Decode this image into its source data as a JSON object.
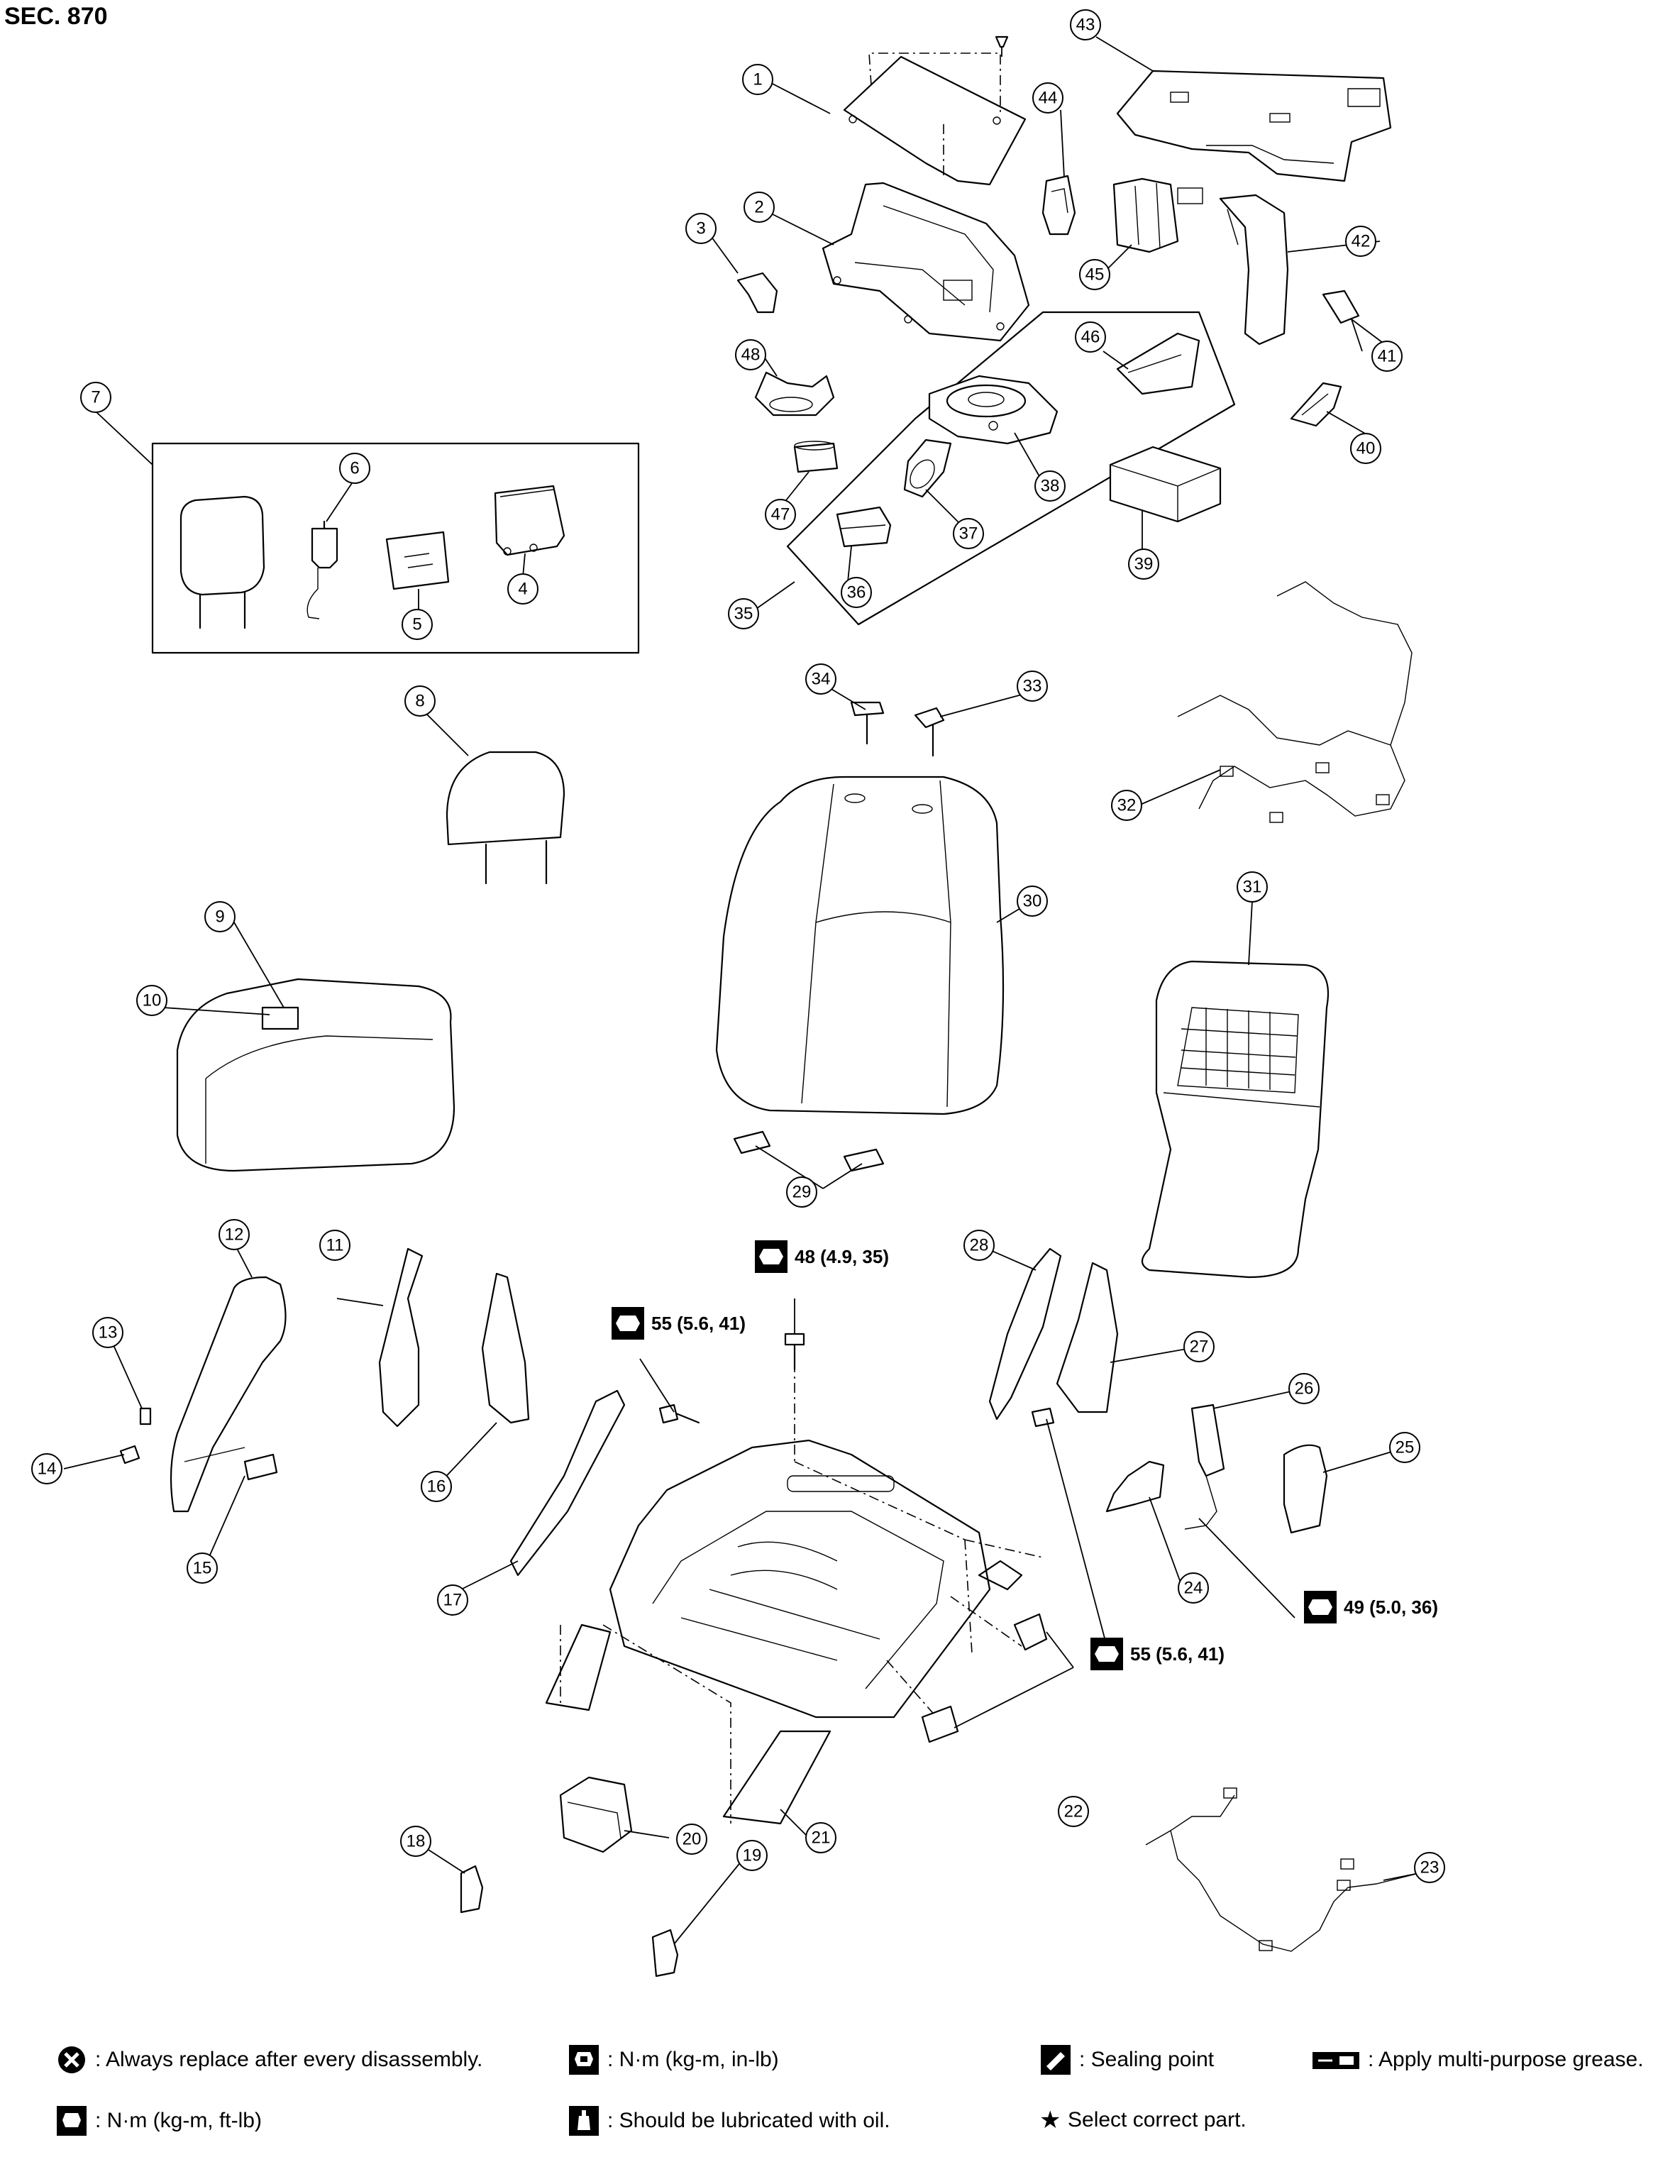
{
  "section": "SEC. 870",
  "callouts": [
    "1",
    "2",
    "3",
    "4",
    "5",
    "6",
    "7",
    "8",
    "9",
    "10",
    "11",
    "12",
    "13",
    "14",
    "15",
    "16",
    "17",
    "18",
    "19",
    "20",
    "21",
    "22",
    "23",
    "24",
    "25",
    "26",
    "27",
    "28",
    "29",
    "30",
    "31",
    "32",
    "33",
    "34",
    "35",
    "36",
    "37",
    "38",
    "39",
    "40",
    "41",
    "42",
    "43",
    "44",
    "45",
    "46",
    "47",
    "48"
  ],
  "torque_specs": [
    {
      "id": "torque-48",
      "text": "48 (4.9, 35)"
    },
    {
      "id": "torque-55-left",
      "text": "55 (5.6, 41)"
    },
    {
      "id": "torque-49",
      "text": "49 (5.0, 36)"
    },
    {
      "id": "torque-55-right",
      "text": "55 (5.6, 41)"
    }
  ],
  "legend": [
    {
      "icon": "always-replace-icon",
      "text": ": Always replace after every disassembly."
    },
    {
      "icon": "torque-in-lb-icon",
      "text": ": N·m (kg-m, in-lb)"
    },
    {
      "icon": "sealing-point-icon",
      "text": ": Sealing point"
    },
    {
      "icon": "grease-icon",
      "text": ": Apply multi-purpose grease."
    },
    {
      "icon": "torque-ft-lb-icon",
      "text": ": N·m (kg-m, ft-lb)"
    },
    {
      "icon": "lubricate-oil-icon",
      "text": ": Should be lubricated with oil."
    },
    {
      "icon": "star-icon",
      "text": "Select correct part."
    }
  ]
}
